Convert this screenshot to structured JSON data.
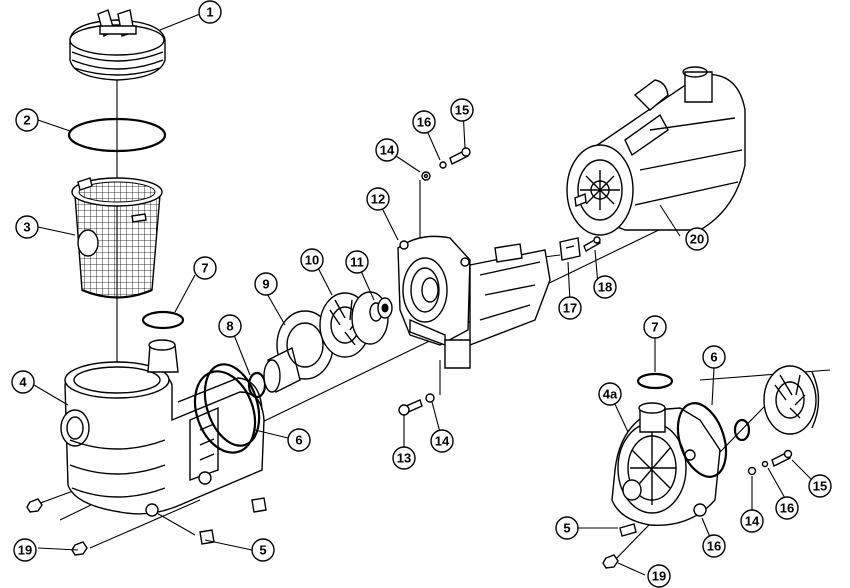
{
  "callouts": [
    {
      "id": "c1",
      "label": "1"
    },
    {
      "id": "c2",
      "label": "2"
    },
    {
      "id": "c3",
      "label": "3"
    },
    {
      "id": "c4",
      "label": "4"
    },
    {
      "id": "c4a",
      "label": "4a"
    },
    {
      "id": "c5a",
      "label": "5"
    },
    {
      "id": "c5b",
      "label": "5"
    },
    {
      "id": "c6a",
      "label": "6"
    },
    {
      "id": "c6b",
      "label": "6"
    },
    {
      "id": "c7a",
      "label": "7"
    },
    {
      "id": "c7b",
      "label": "7"
    },
    {
      "id": "c8",
      "label": "8"
    },
    {
      "id": "c9",
      "label": "9"
    },
    {
      "id": "c10",
      "label": "10"
    },
    {
      "id": "c11",
      "label": "11"
    },
    {
      "id": "c12",
      "label": "12"
    },
    {
      "id": "c13",
      "label": "13"
    },
    {
      "id": "c14a",
      "label": "14"
    },
    {
      "id": "c14b",
      "label": "14"
    },
    {
      "id": "c14c",
      "label": "14"
    },
    {
      "id": "c15a",
      "label": "15"
    },
    {
      "id": "c15b",
      "label": "15"
    },
    {
      "id": "c16a",
      "label": "16"
    },
    {
      "id": "c16b",
      "label": "16"
    },
    {
      "id": "c16c",
      "label": "16"
    },
    {
      "id": "c17",
      "label": "17"
    },
    {
      "id": "c18",
      "label": "18"
    },
    {
      "id": "c19a",
      "label": "19"
    },
    {
      "id": "c19b",
      "label": "19"
    },
    {
      "id": "c20",
      "label": "20"
    }
  ]
}
